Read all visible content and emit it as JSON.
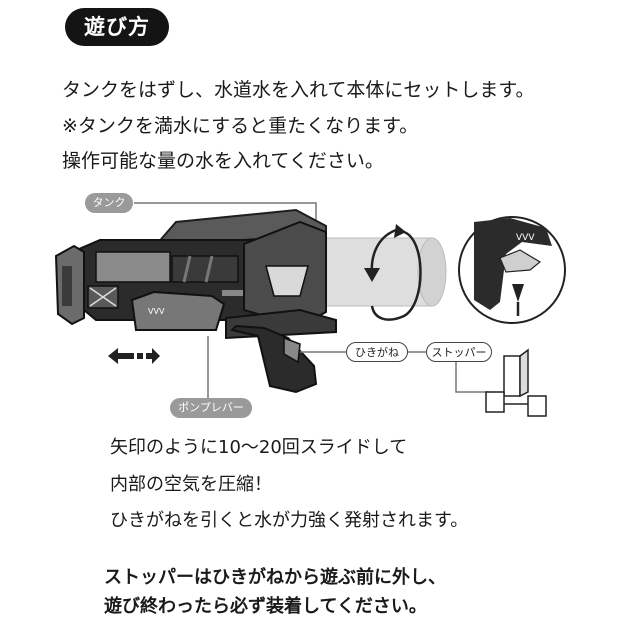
{
  "title_badge": "遊び方",
  "intro": {
    "line1": "タンクをはずし、水道水を入れて本体にセットします。",
    "line2": "※タンクを満水にすると重たくなります。",
    "line3": "操作可能な量の水を入れてください。"
  },
  "labels": {
    "tank": "タンク",
    "trigger": "ひきがね",
    "stopper": "ストッパー",
    "pump_lever": "ポンプレバー"
  },
  "pump_text": {
    "line1": "矢印のように10〜20回スライドして",
    "line2": "内部の空気を圧縮！",
    "line3": "ひきがねを引くと水が力強く発射されます。"
  },
  "warning": {
    "line1": "ストッパーはひきがねから遊ぶ前に外し、",
    "line2": "遊び終わったら必ず装着してください。"
  },
  "colors": {
    "badge_bg": "#141414",
    "label_grey": "#9a9a9a",
    "gun_dark": "#2b2b2b",
    "gun_mid": "#6b6b6b",
    "tank_light": "#d9d9d9"
  }
}
